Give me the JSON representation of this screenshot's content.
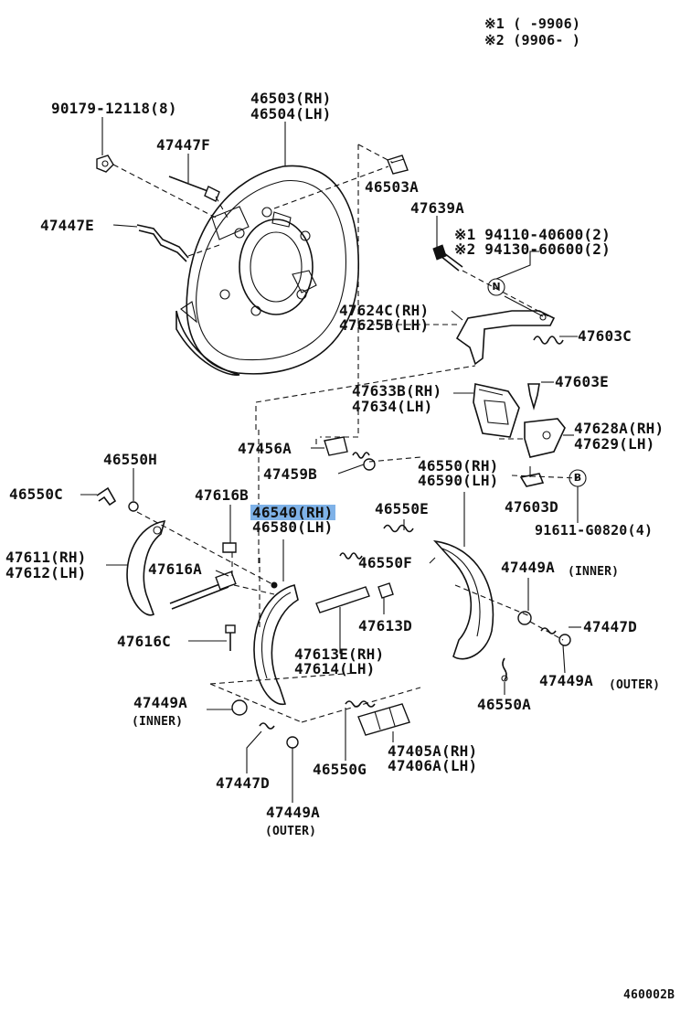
{
  "notes": [
    "※1 (      -9906)",
    "※2 (9906-      )"
  ],
  "diagram_id": "460002B",
  "markers": {
    "n": "N",
    "b": "B"
  },
  "colors": {
    "highlight": "#7fb2e8",
    "ink": "#111111"
  },
  "labels": {
    "p90179": "90179-12118(8)",
    "p46503": "46503(RH)",
    "p46504": "46504(LH)",
    "p47447F": "47447F",
    "p46503A": "46503A",
    "p47447E": "47447E",
    "p47639A": "47639A",
    "p94110": "※1 94110-40600(2)",
    "p94130": "※2 94130-60600(2)",
    "p47624C": "47624C(RH)",
    "p47625B": "47625B(LH)",
    "p47603C": "47603C",
    "p47603E": "47603E",
    "p47633B": "47633B(RH)",
    "p47634": "47634(LH)",
    "p47628A": "47628A(RH)",
    "p47629": "47629(LH)",
    "p47456A": "47456A",
    "p47459B": "47459B",
    "p46550H": "46550H",
    "p46550": "46550(RH)",
    "p46590": "46590(LH)",
    "p46550C": "46550C",
    "p47616B": "47616B",
    "p47603D": "47603D",
    "p46540": "46540(RH)",
    "p46580": "46580(LH)",
    "p46550E": "46550E",
    "p91611": "91611-G0820(4)",
    "p47611": "47611(RH)",
    "p47612": "47612(LH)",
    "p46550F": "46550F",
    "p47616A": "47616A",
    "p47449A_inner_r": "47449A",
    "inner_r": "(INNER)",
    "p47613D": "47613D",
    "p47447D_r": "47447D",
    "p47616C": "47616C",
    "p47613E": "47613E(RH)",
    "p47614": "47614(LH)",
    "p47449A_outer_r": "47449A",
    "outer_r": "(OUTER)",
    "p46550A": "46550A",
    "p47449A_inner_l": "47449A",
    "inner_l": "(INNER)",
    "p47405A": "47405A(RH)",
    "p47406A": "47406A(LH)",
    "p46550G": "46550G",
    "p47447D_l": "47447D",
    "p47449A_outer_l": "47449A",
    "outer_l": "(OUTER)"
  }
}
